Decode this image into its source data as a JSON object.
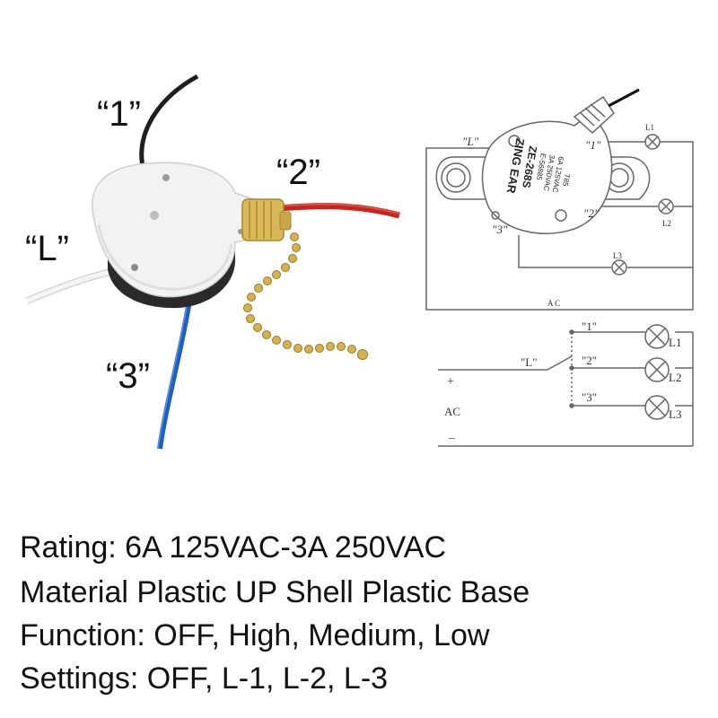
{
  "photo": {
    "wire_labels": [
      "“1”",
      "“2”",
      "“L”",
      "“3”"
    ],
    "body_text": [
      "ZING EAR",
      "ZE-268S",
      "E-56885",
      "3A 250VAC",
      "6A 125VAC",
      "T85"
    ]
  },
  "top_diagram": {
    "terminals": [
      "\"L\"",
      "\"1\"",
      "\"2\"",
      "\"3\""
    ],
    "lamps": [
      "L1",
      "L2",
      "L3"
    ],
    "supply": "A C"
  },
  "bottom_diagram": {
    "terminals": [
      "\"1\"",
      "\"L\"",
      "\"2\"",
      "\"3\""
    ],
    "lamps": [
      "L1",
      "L2",
      "L3"
    ],
    "plus": "+",
    "supply": "AC",
    "minus": "_"
  },
  "specs": [
    "Rating: 6A 125VAC-3A 250VAC",
    "Material Plastic UP Shell Plastic Base",
    "Function: OFF, High, Medium, Low",
    "Settings: OFF, L-1, L-2, L-3"
  ],
  "colors": {
    "wire_black": "#1f1f1f",
    "wire_red": "#c8251f",
    "wire_blue": "#1f5fc2",
    "wire_white": "#e9e9e9",
    "brass": "#d9b85a",
    "line": "#666666"
  }
}
